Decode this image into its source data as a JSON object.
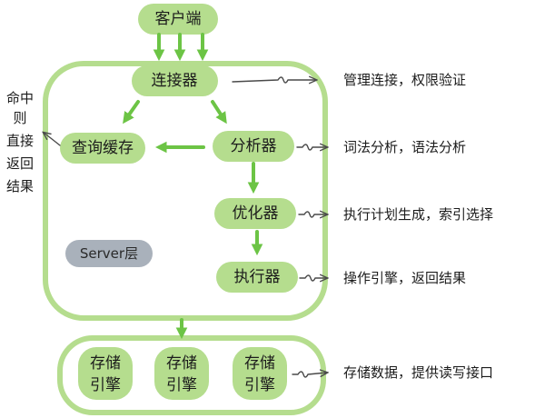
{
  "nodes": {
    "client": "客户端",
    "connector": "连接器",
    "cache": "查询缓存",
    "analyzer": "分析器",
    "optimizer": "优化器",
    "executor": "执行器",
    "engine1": [
      "存储",
      "引擎"
    ],
    "engine2": [
      "存储",
      "引擎"
    ],
    "engine3": [
      "存储",
      "引擎"
    ]
  },
  "notes": {
    "connector": "管理连接，权限验证",
    "analyzer": "词法分析，语法分析",
    "optimizer": "执行计划生成，索引选择",
    "executor": "操作引擎，返回结果",
    "engines": "存储数据，提供读写接口"
  },
  "cache_side_note": [
    "命中",
    "则",
    "直接",
    "返回",
    "结果"
  ],
  "server_label": "Server层",
  "colors": {
    "node_fill": "#b5dd8e",
    "arrow": "#6cc445",
    "server_badge": "#a9b1bb"
  }
}
